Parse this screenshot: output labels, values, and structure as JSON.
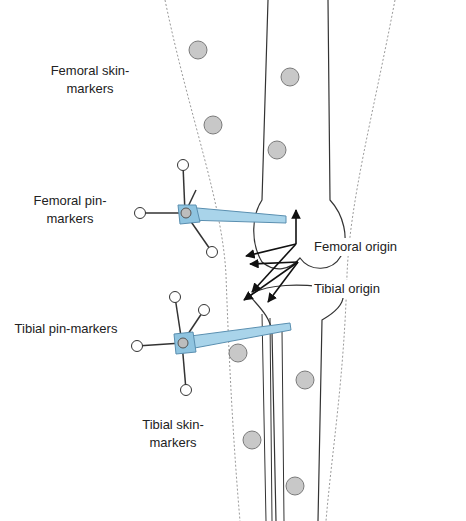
{
  "diagram": {
    "labels": [
      "Femoral skin- markers",
      "Femoral pin-markers",
      "Femoral origin",
      "Tibial origin",
      "Tibial pin-markers",
      "Tibial skin- markers"
    ]
  }
}
